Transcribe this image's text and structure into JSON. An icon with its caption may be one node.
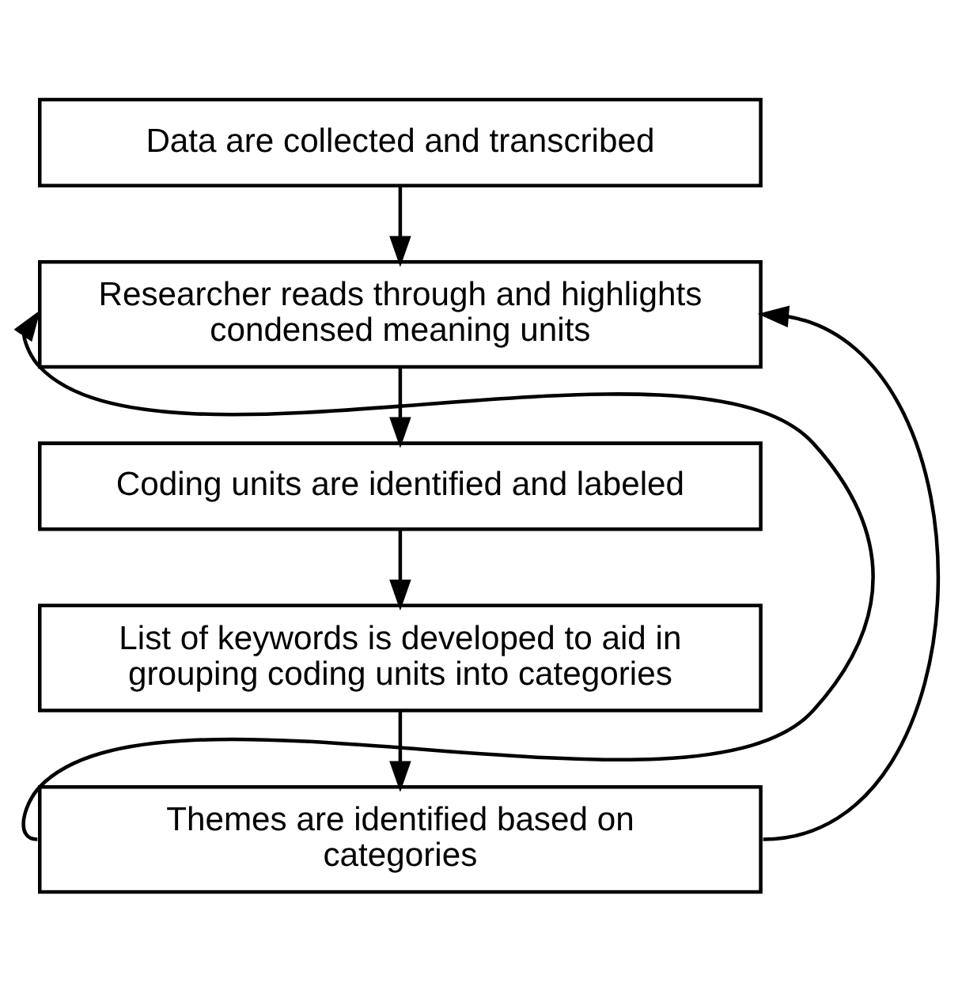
{
  "diagram": {
    "nodes": [
      {
        "text": [
          "Data are collected and transcribed"
        ]
      },
      {
        "text": [
          "Researcher reads through and highlights condensed meaning units"
        ]
      },
      {
        "text": [
          "Coding units are identified and labeled"
        ]
      },
      {
        "text": [
          "List of keywords is developed to aid in grouping coding units into categories"
        ]
      },
      {
        "text": [
          "Themes are identified based on categories"
        ]
      }
    ],
    "edges": [
      {
        "from": 0,
        "to": 1,
        "arrow": "to"
      },
      {
        "from": 1,
        "to": 2,
        "arrow": "to"
      },
      {
        "from": 2,
        "to": 3,
        "arrow": "to"
      },
      {
        "from": 3,
        "to": 4,
        "arrow": "to"
      },
      {
        "from": 4,
        "to": 1,
        "arrow": "to"
      },
      {
        "from": 4,
        "to": 1,
        "arrow": "to"
      }
    ]
  }
}
